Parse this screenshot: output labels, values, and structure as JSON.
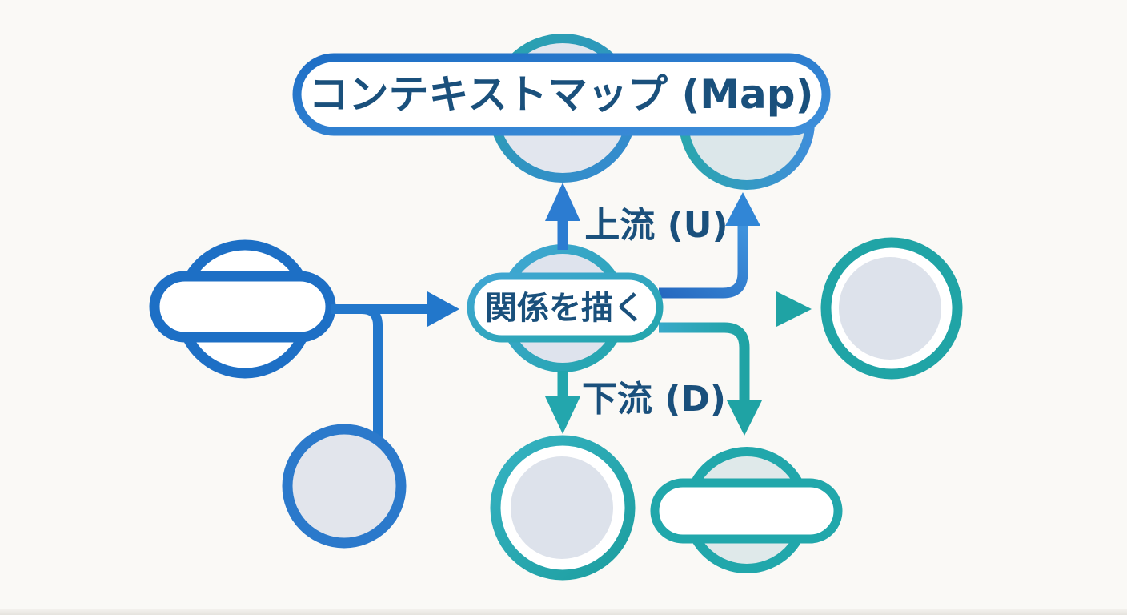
{
  "diagram": {
    "title": "コンテキストマップ (Map)",
    "center_node_label": "関係を描く",
    "upstream_label": "上流 (U)",
    "downstream_label": "下流 (D)"
  },
  "colors": {
    "background": "#faf9f6",
    "blue": "#2176cb",
    "blue_dark": "#1e6ec5",
    "teal": "#20a4a6",
    "cyan": "#38a9c9",
    "text": "#1a507c",
    "node_fill": "#dfe3ed",
    "node_fill_teal": "#dce7ea"
  }
}
